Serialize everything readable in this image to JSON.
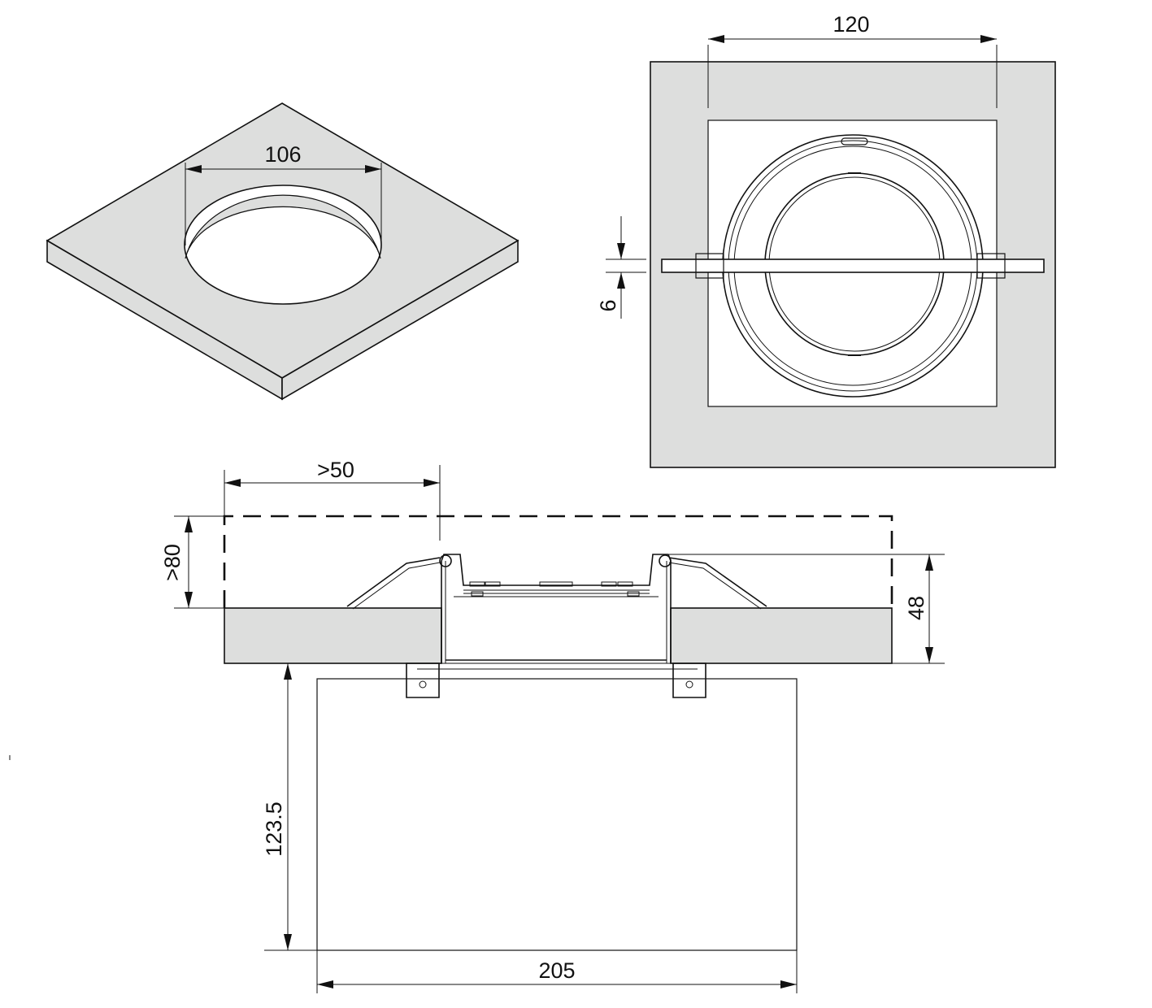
{
  "colors": {
    "line": "#111111",
    "fill_concrete": "#dddedd",
    "background": "#ffffff"
  },
  "dimensions": {
    "cutout_diameter": "106",
    "bracket_span": "120",
    "bracket_thickness": "6",
    "side_clearance": ">50",
    "top_clearance": ">80",
    "fixture_height": "48",
    "box_height": "123.5",
    "box_width": "205"
  }
}
